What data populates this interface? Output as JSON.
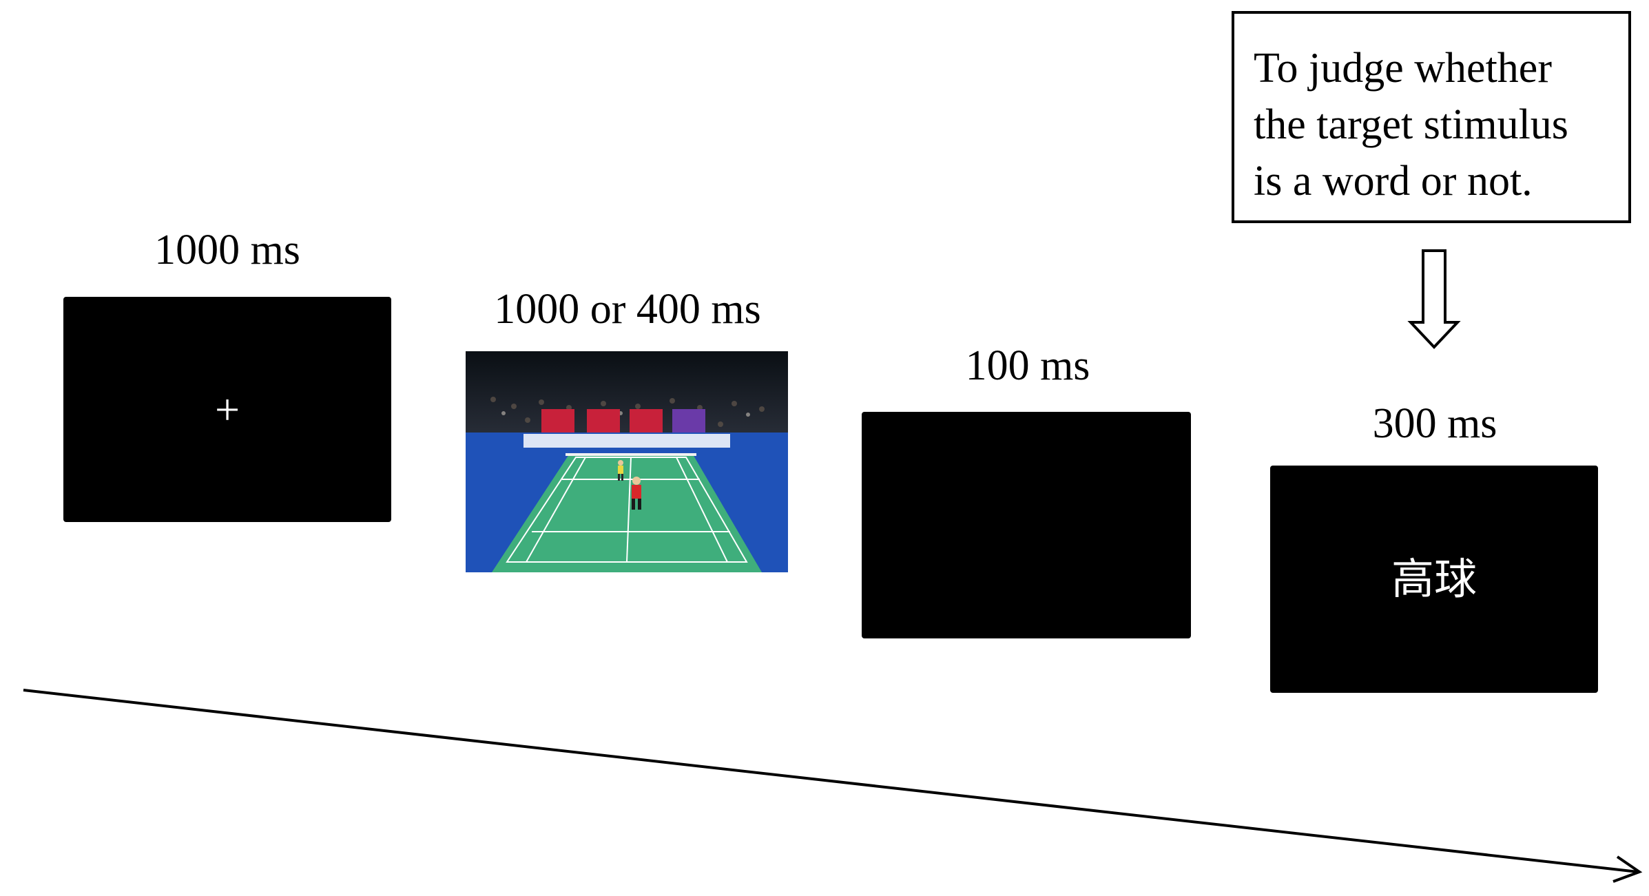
{
  "instruction": {
    "lines": [
      "To judge whether",
      "the target stimulus",
      "is a word or not."
    ]
  },
  "stages": [
    {
      "duration_label": "1000 ms",
      "screen_content": "+",
      "screen_type": "fixation"
    },
    {
      "duration_label": "1000 or 400 ms",
      "screen_content": "",
      "screen_type": "badminton-scene-image"
    },
    {
      "duration_label": "100 ms",
      "screen_content": "",
      "screen_type": "blank"
    },
    {
      "duration_label": "300 ms",
      "screen_content": "高球",
      "screen_type": "target-word"
    }
  ],
  "colors": {
    "screen": "#000000",
    "screen_text": "#ffffff",
    "court_green": "#3fae7c",
    "court_blue": "#1f52b8"
  },
  "icons": {
    "down_arrow": "hollow-down-arrow-icon",
    "time_arrow": "time-axis-arrow-icon"
  }
}
